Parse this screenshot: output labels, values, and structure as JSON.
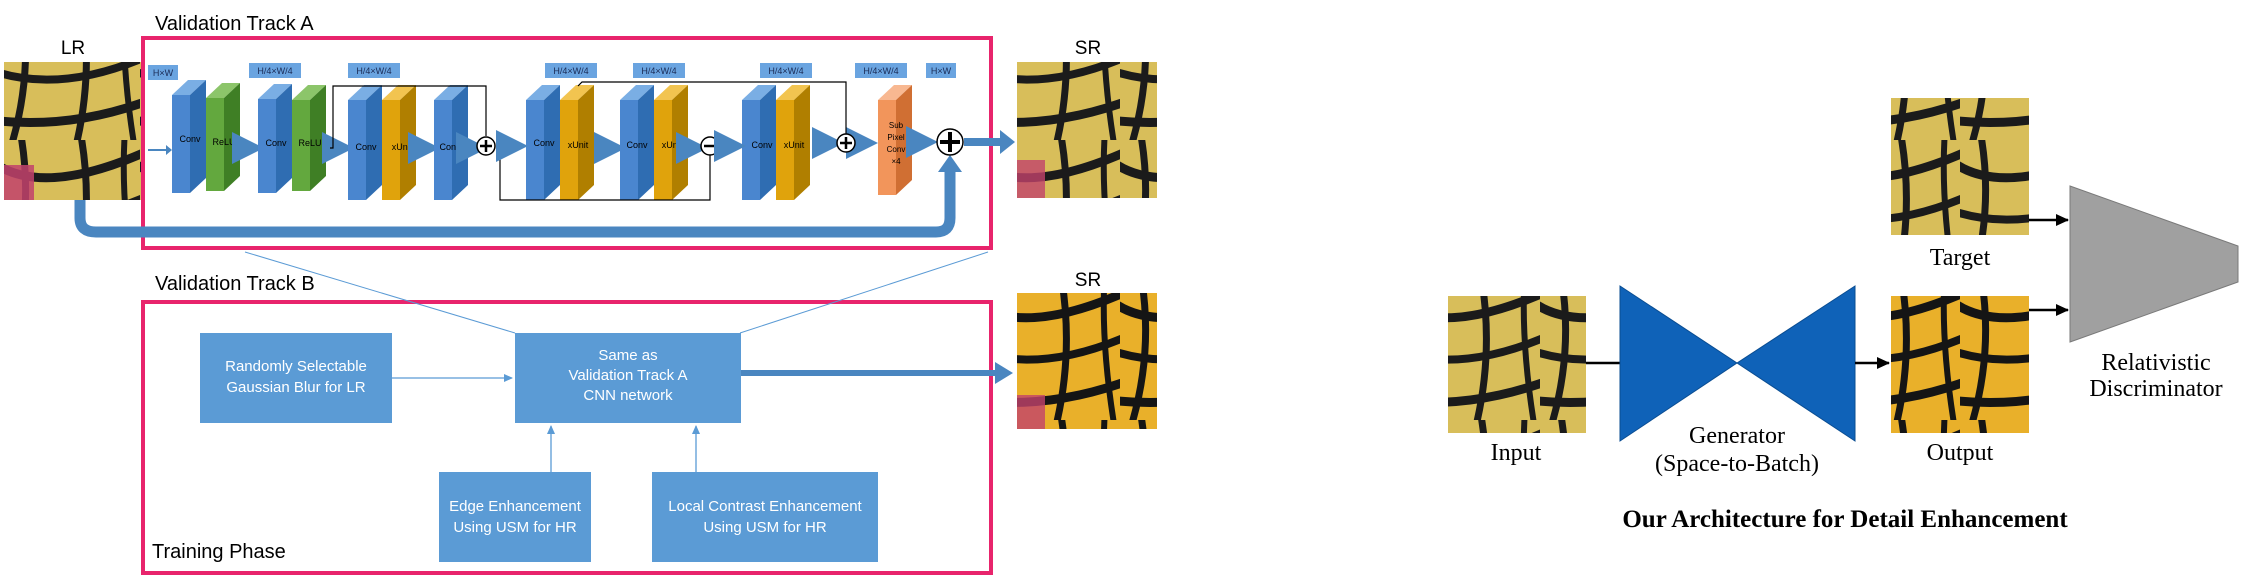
{
  "left": {
    "lr_label": "LR",
    "sr_label_a": "SR",
    "sr_label_b": "SR",
    "track_a_title": "Validation Track A",
    "track_b_title": "Validation Track B",
    "training_phase_label": "Training Phase",
    "size_tags": [
      "H×W",
      "H/4×W/4",
      "H/4×W/4",
      "H/4×W/4",
      "H/4×W/4",
      "H/4×W/4",
      "H/4×W/4",
      "H×W"
    ],
    "layers": {
      "conv": "Conv",
      "relu": "ReLU",
      "xunit": "xUnit",
      "subpixel": [
        "Sub",
        "Pixel",
        "Conv",
        "×4"
      ]
    },
    "boxes": {
      "blur": [
        "Randomly Selectable",
        "Gaussian Blur for LR"
      ],
      "same": [
        "Same as",
        "Validation Track A",
        "CNN network"
      ],
      "edge": [
        "Edge Enhancement",
        "Using USM for HR"
      ],
      "contrast": [
        "Local Contrast Enhancement",
        "Using USM for HR"
      ]
    }
  },
  "right": {
    "input_label": "Input",
    "target_label": "Target",
    "output_label": "Output",
    "generator_label": [
      "Generator",
      "(Space-to-Batch)"
    ],
    "discriminator_label": [
      "Relativistic",
      "Discriminator"
    ],
    "caption": "Our Architecture for Detail Enhancement"
  },
  "colors": {
    "track_border": "#e8246c",
    "conv_blue": "#4a86cf",
    "relu_green": "#63a83e",
    "xunit_gold": "#e0a30c",
    "subpixel_orange": "#f2955b",
    "box_blue": "#5b9bd5",
    "tag_blue": "#5b9bd5",
    "arrow_blue": "#4a86c0",
    "generator_blue": "#0f62b8",
    "discriminator_gray": "#a0a0a0"
  }
}
